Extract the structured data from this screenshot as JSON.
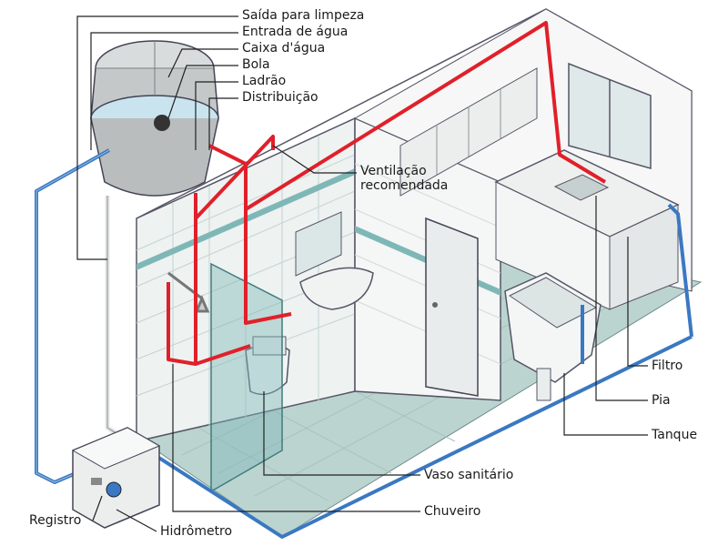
{
  "labels": {
    "saida_limpeza": "Saída para limpeza",
    "entrada_agua": "Entrada de água",
    "caixa_dagua": "Caixa d'água",
    "bola": "Bola",
    "ladrao": "Ladrão",
    "distribuicao": "Distribuição",
    "ventilacao": "Ventilação\nrecomendada",
    "filtro": "Filtro",
    "pia": "Pia",
    "tanque": "Tanque",
    "vaso": "Vaso sanitário",
    "chuveiro": "Chuveiro",
    "registro": "Registro",
    "hidrometro": "Hidrômetro"
  },
  "colors": {
    "hot_pipe": "#e0202a",
    "cold_pipe": "#3a78c2",
    "floor": "#bcd4cf",
    "wall": "#f2f4f3",
    "tile": "#cfdedd",
    "glass": "#7fb7b7"
  }
}
